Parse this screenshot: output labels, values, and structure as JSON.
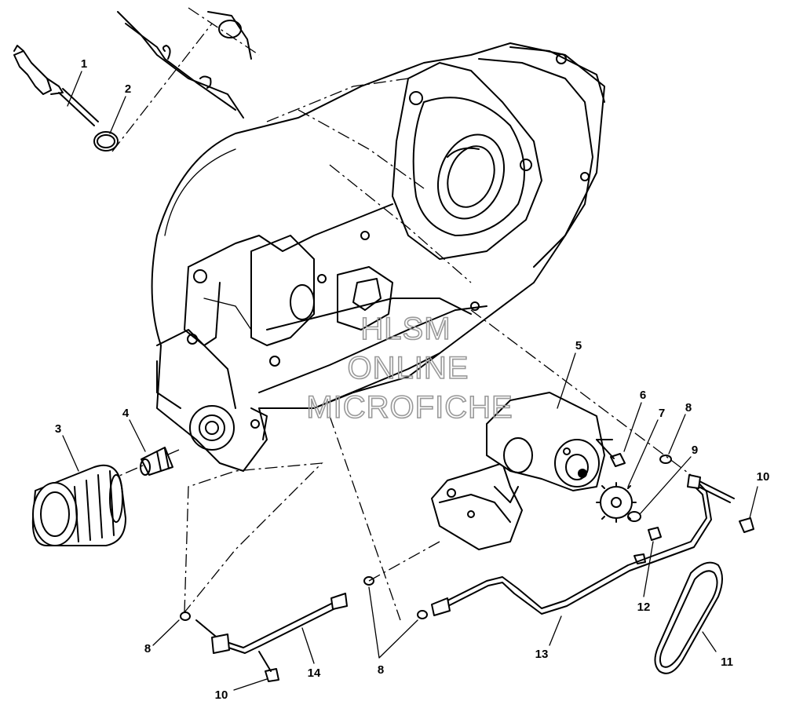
{
  "watermark": [
    "HLSM",
    "ONLINE",
    "MICROFICHE"
  ],
  "callouts": [
    "1",
    "2",
    "3",
    "4",
    "5",
    "6",
    "7",
    "8",
    "8",
    "8",
    "9",
    "10",
    "10",
    "11",
    "12",
    "13",
    "14"
  ],
  "parts": {
    "dipstick": "dipstick-icon",
    "o_ring": "o-ring-icon",
    "oil_filter": "oil-filter-icon",
    "filter_adapter": "filter-adapter-icon",
    "oil_pump": "oil-pump-icon",
    "sprocket": "sprocket-icon",
    "drive_chain": "drive-chain-icon",
    "oil_lines": "oil-line-icon",
    "crankcase": "crankcase-icon"
  },
  "colors": {
    "line": "#000000",
    "watermark": "#999999",
    "background": "#ffffff"
  }
}
